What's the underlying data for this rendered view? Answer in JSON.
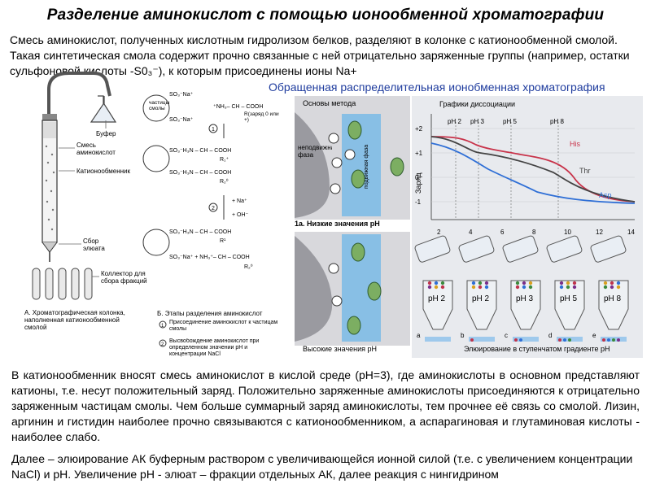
{
  "title": "Разделение аминокислот с помощью ионообменной хроматографии",
  "intro": "Смесь аминокислот, полученных кислотным гидролизом белков, разделяют в колонке с катионообменной смолой. Такая синтетическая смола содержит прочно связанные с ней отрицательно заряженные группы (например, остатки сульфоновой кислоты -S0₃⁻), к которым присоединены ионы Na+",
  "panel_title": "Обращенная распределительная ионобменная хроматография",
  "column_fig": {
    "buffer": "Буфер",
    "mixture": "Смесь аминокислот",
    "cation": "Катионообменник",
    "collector_eluate": "Сбор элюата",
    "collector": "Коллектор для сбора фракций",
    "caption_a": "А. Хроматографическая колонка, наполненная катионообменной смолой"
  },
  "stages_fig": {
    "r1": "SO₃⁻Na⁺",
    "r2": "частицы смолы",
    "r3": "SO₃⁻Na⁺",
    "eq1a": "⁺NH₃– CH – COOH",
    "eq1b": "R(заряд 0 или +)",
    "step1": "1",
    "eq2a": "SO₃⁻H₃N – CH – COOH",
    "eq2b": "R₁⁺",
    "eq2c": "SO₃⁻H₃N – CH – COOH",
    "eq2d": "R₂⁰",
    "step2": "2",
    "na": "+ Na⁺",
    "oh": "+ OH⁻",
    "eq3a": "SO₃⁻H₃N – CH – COOH",
    "eq3b": "R¹",
    "eq3c": "SO₃⁻Na⁺ + NH₃⁺– CH – COOH",
    "eq3d": "R₂⁰",
    "caption_b": "Б. Этапы разделения аминокислот",
    "s1": "Присоединение аминокислот к частицам смолы",
    "s2": "Высвобождение аминокислот при определенном значении pH и концентрации NaCl"
  },
  "method_fig": {
    "basis": "Основы метода",
    "stationary": "неподвижная фаза",
    "mobile": "подвижная фаза",
    "low_ph": "1а. Низкие значения pH",
    "high_ph": "Высокие значения pH"
  },
  "dissociation_chart": {
    "title": "Графики диссоциации",
    "ylabel": "Заряд",
    "y_ticks": [
      "+2",
      "+1",
      "0",
      "-1"
    ],
    "x_ticks": [
      "2",
      "4",
      "6",
      "8",
      "10",
      "12",
      "14"
    ],
    "ph_marks": [
      "pH 2",
      "pH 3",
      "pH 5",
      "pH 8"
    ],
    "series": [
      "His",
      "Thr",
      "Asp"
    ],
    "colors": {
      "His": "#c8334a",
      "Thr": "#444444",
      "Asp": "#2f6fd6"
    }
  },
  "tubes_fig": {
    "tubes": [
      "pH 2",
      "pH 2",
      "pH 3",
      "pH 5",
      "pH 8"
    ],
    "letters": [
      "a",
      "b",
      "c",
      "d",
      "e"
    ],
    "caption": "Элюирование в ступенчатом градиенте pH"
  },
  "para1": "В катионообменник вносят смесь аминокислот в кислой среде (pH=3), где аминокислоты в основном представляют катионы, т.е. несут положительный заряд. Положительно заряженные аминокислоты присоединяются к отрицательно заряженным частицам смолы. Чем больше суммарный заряд аминокислоты, тем прочнее её связь со смолой. Лизин, аргинин и гистидин наиболее прочно связываются с катионообменником, а аспарагиновая и глутаминовая кислоты - наиболее слабо.",
  "para2": "Далее – элюирование АК буферным раствором с увеличивающейся ионной силой (т.е. с увеличением концентрации NaCl) и pH. Увеличение pH - элюат – фракции отдельных АК, далее реакция с нингидрином"
}
